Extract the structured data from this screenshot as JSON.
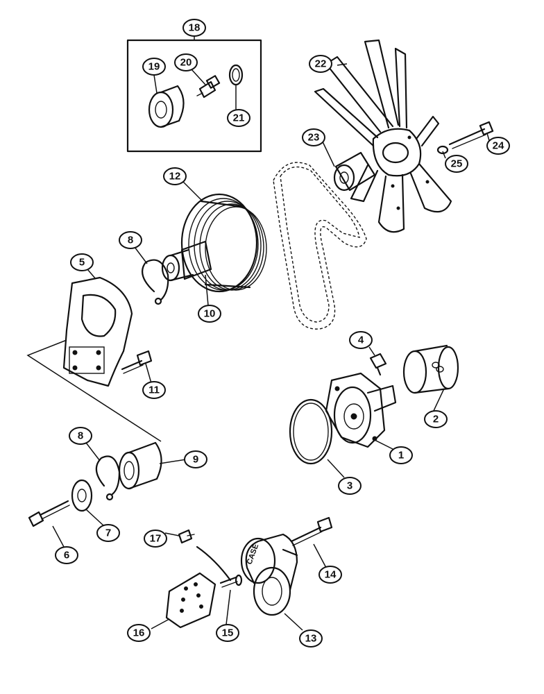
{
  "callouts": {
    "c1": "1",
    "c2": "2",
    "c3": "3",
    "c4": "4",
    "c5": "5",
    "c6": "6",
    "c7": "7",
    "c8a": "8",
    "c8b": "8",
    "c9": "9",
    "c10": "10",
    "c11": "11",
    "c12": "12",
    "c13": "13",
    "c14": "14",
    "c15": "15",
    "c16": "16",
    "c17": "17",
    "c18": "18",
    "c19": "19",
    "c20": "20",
    "c21": "21",
    "c22": "22",
    "c23": "23",
    "c24": "24",
    "c25": "25"
  },
  "tensioner_marking": "CASE",
  "colors": {
    "ink": "#111111",
    "paper": "#ffffff"
  }
}
